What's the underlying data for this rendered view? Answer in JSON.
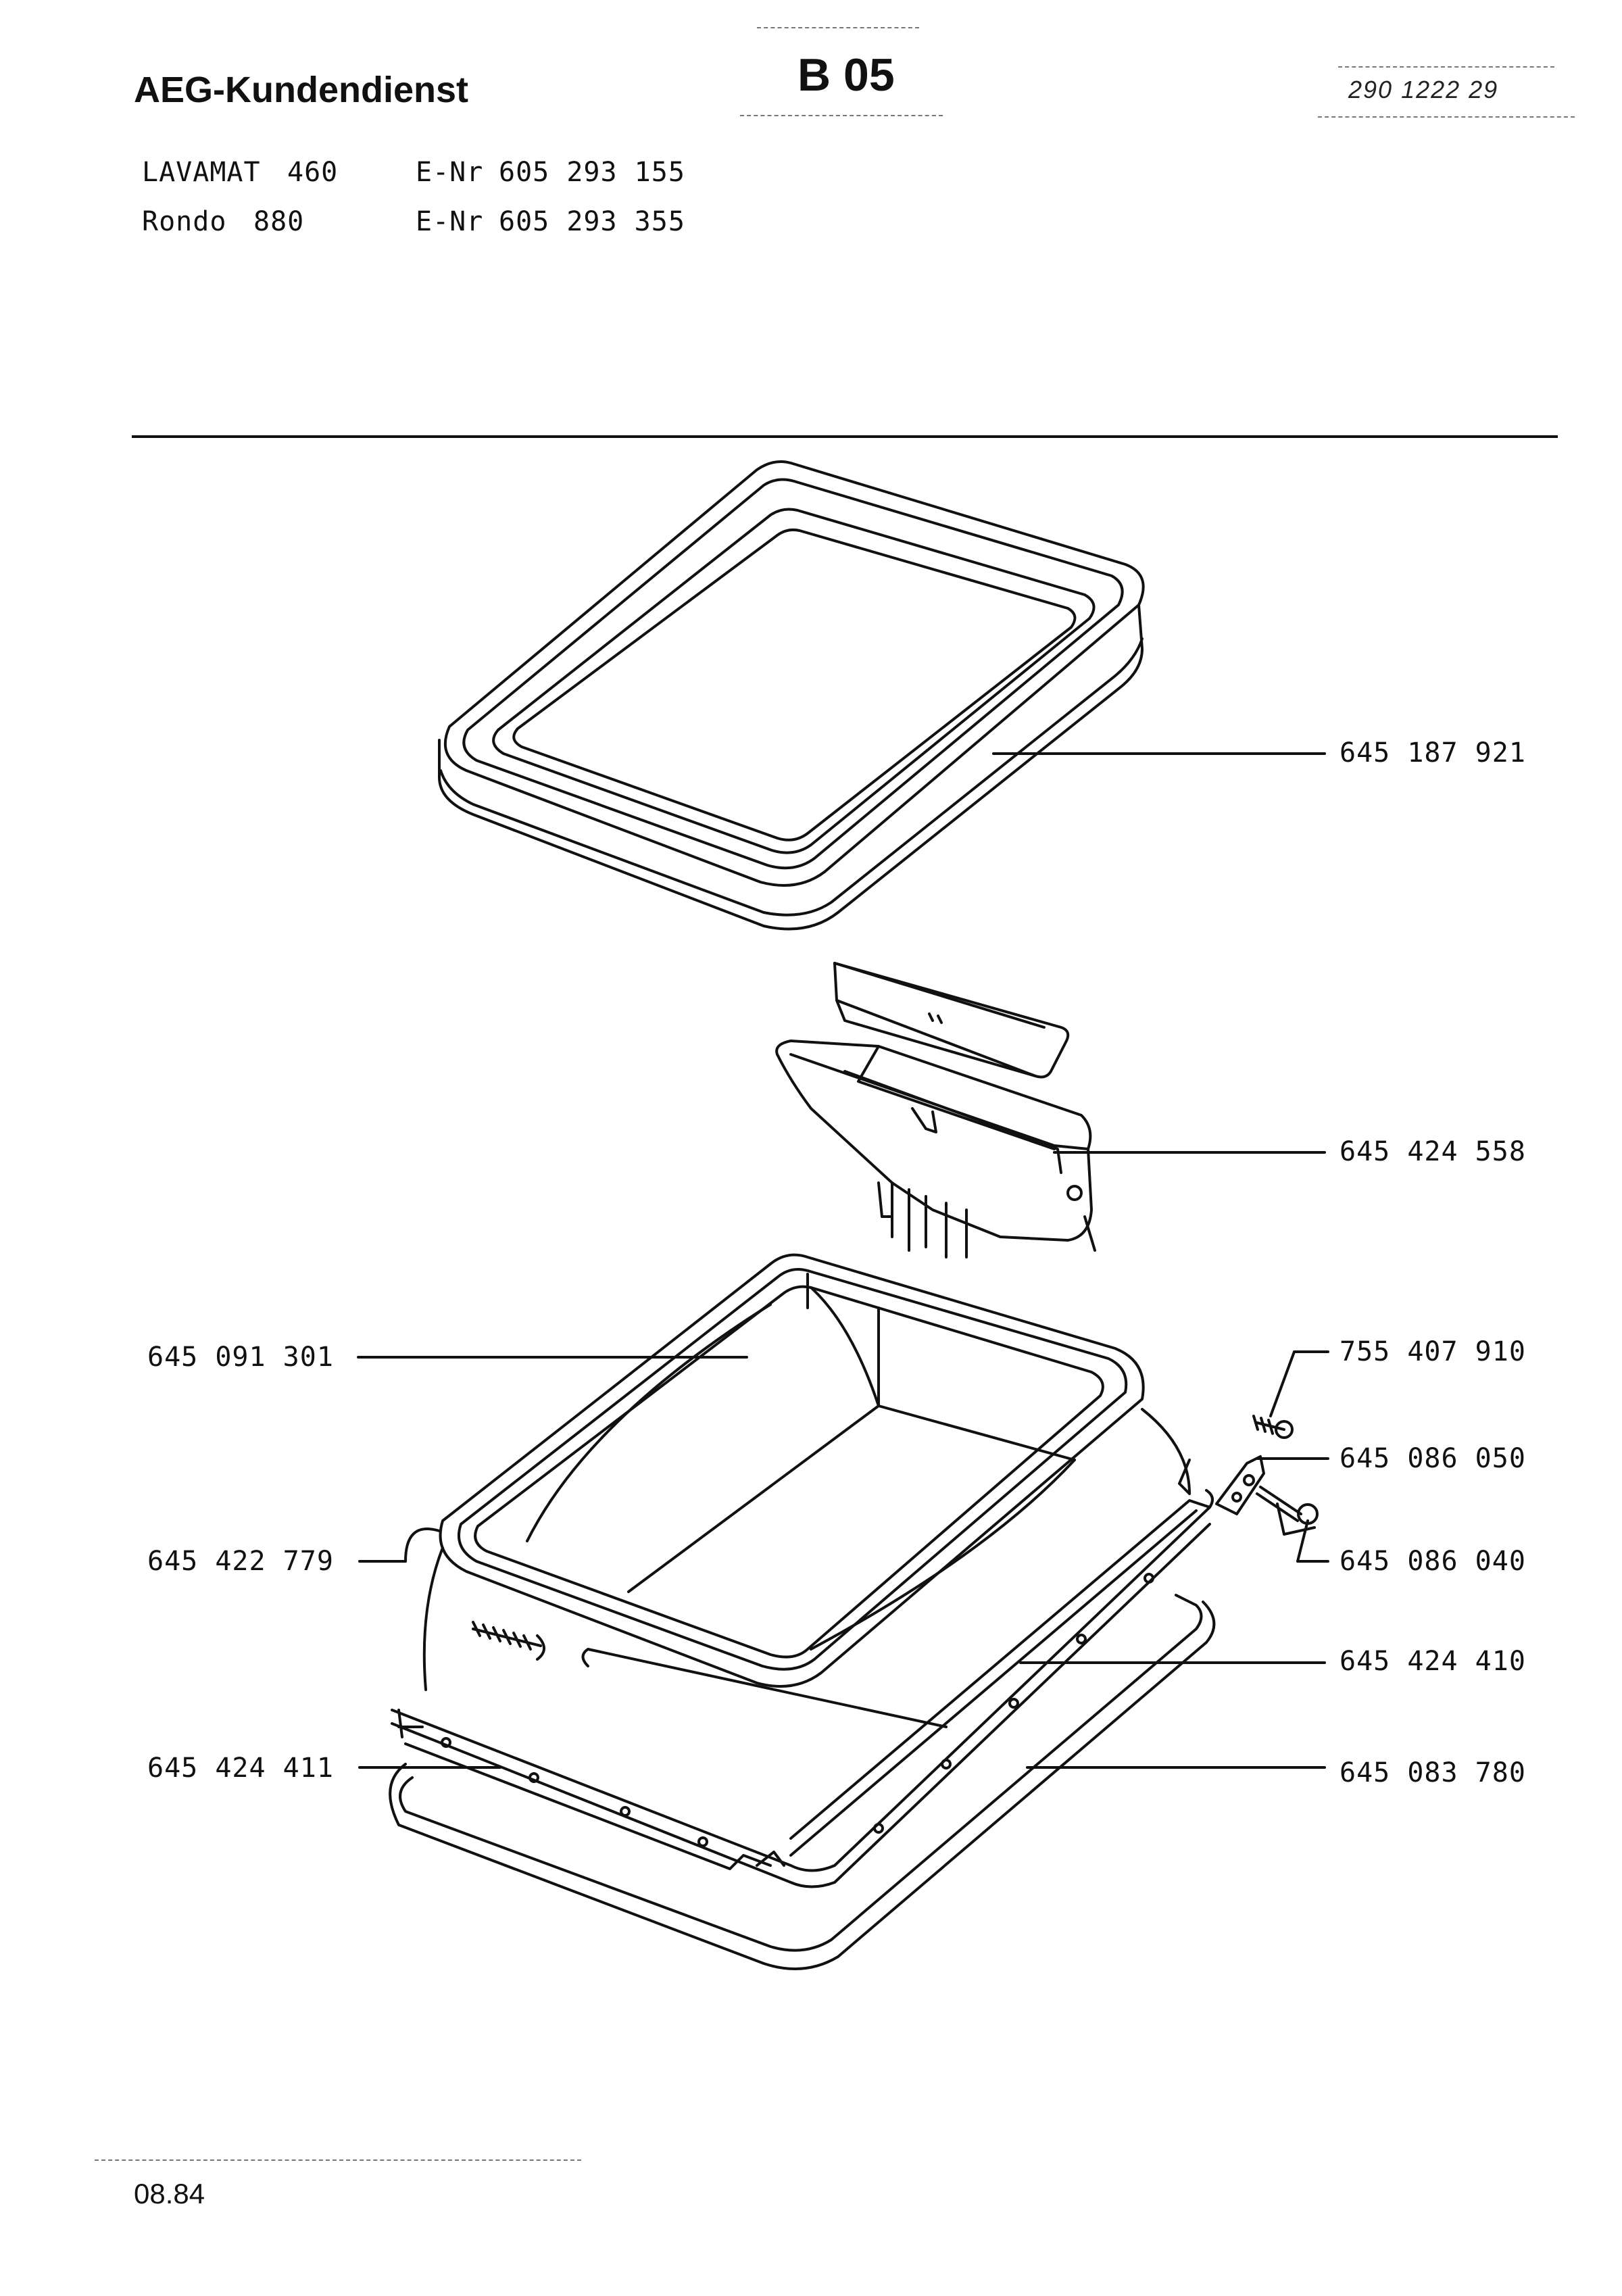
{
  "header": {
    "brand": "AEG-Kundendienst",
    "section_code": "B 05",
    "document_number": "290 1222 29"
  },
  "models": [
    {
      "name": "LAVAMAT",
      "variant": "460",
      "enr_label": "E-Nr",
      "enr": "605 293 155"
    },
    {
      "name": "Rondo",
      "variant": "880",
      "enr_label": "E-Nr",
      "enr": "605 293 355"
    }
  ],
  "parts": {
    "top_seal_ring": "645 187 921",
    "lid_bracket": "645 424 558",
    "tub_inner": "645 091 301",
    "tension_spring": "645 422 779",
    "clamp_ring_left": "645 424 411",
    "screw": "755 407 910",
    "hinge_plate": "645 086 050",
    "hinge_pin": "645 086 040",
    "clamp_ring_right": "645 424 410",
    "base_gasket": "645 083 780"
  },
  "footer": {
    "date": "08.84"
  }
}
